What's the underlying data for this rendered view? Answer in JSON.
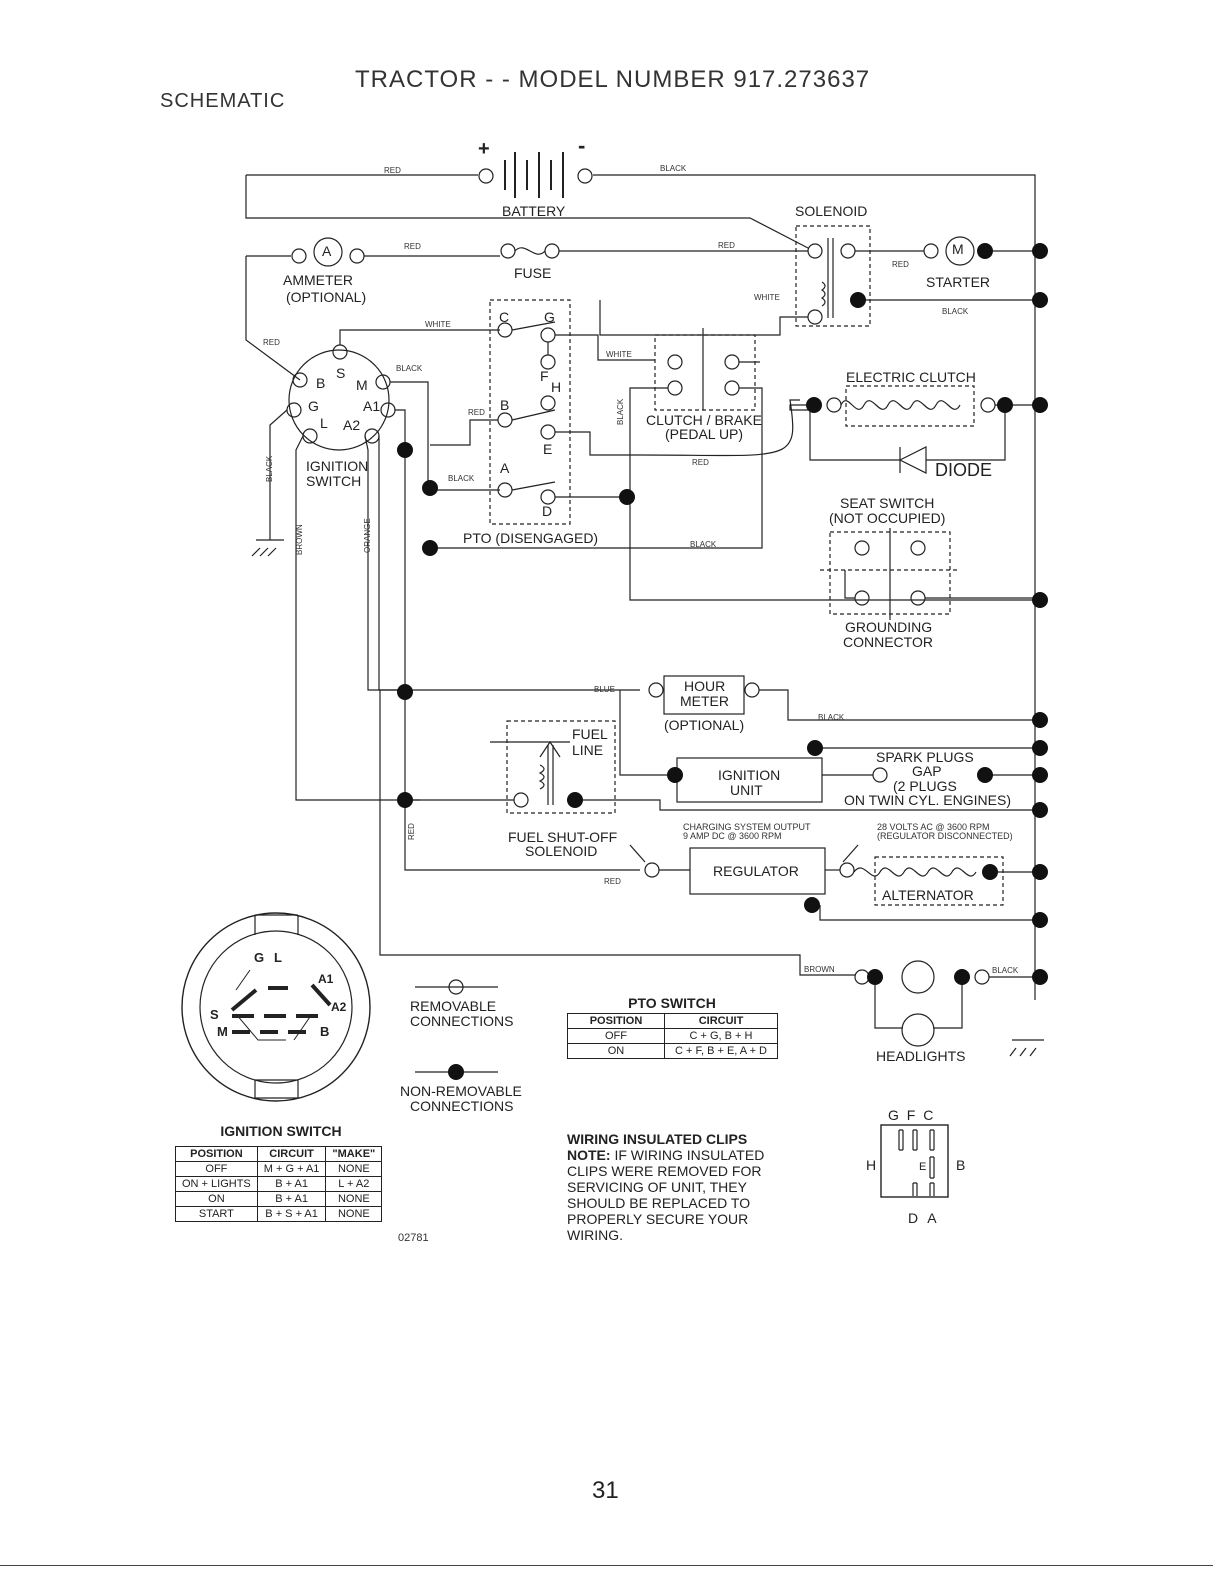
{
  "header": {
    "title": "TRACTOR - - MODEL NUMBER 917.273637",
    "subtitle": "SCHEMATIC"
  },
  "components": {
    "battery": "BATTERY",
    "battery_pos": "+",
    "battery_neg": "-",
    "solenoid": "SOLENOID",
    "ammeter": "AMMETER",
    "ammeter_opt": "(OPTIONAL)",
    "ammeter_symbol": "A",
    "fuse": "FUSE",
    "starter": "STARTER",
    "starter_symbol": "M",
    "electric_clutch": "ELECTRIC CLUTCH",
    "diode": "DIODE",
    "clutch_brake": "CLUTCH / BRAKE",
    "clutch_brake_state": "(PEDAL UP)",
    "ignition_switch_1": "IGNITION",
    "ignition_switch_2": "SWITCH",
    "seat_switch": "SEAT SWITCH",
    "seat_switch_state": "(NOT OCCUPIED)",
    "grounding_1": "GROUNDING",
    "grounding_2": "CONNECTOR",
    "pto": "PTO (DISENGAGED)",
    "hour_meter_1": "HOUR",
    "hour_meter_2": "METER",
    "hour_meter_opt": "(OPTIONAL)",
    "fuel_line_1": "FUEL",
    "fuel_line_2": "LINE",
    "ignition_unit_1": "IGNITION",
    "ignition_unit_2": "UNIT",
    "spark_plugs_1": "SPARK PLUGS",
    "spark_plugs_2": "GAP",
    "spark_plugs_3": "(2 PLUGS",
    "spark_plugs_4": "ON TWIN CYL. ENGINES)",
    "fuel_solenoid_1": "FUEL SHUT-OFF",
    "fuel_solenoid_2": "SOLENOID",
    "charging_1": "CHARGING SYSTEM OUTPUT",
    "charging_2": "9 AMP DC @ 3600 RPM",
    "volts_1": "28 VOLTS AC @ 3600 RPM",
    "volts_2": "(REGULATOR DISCONNECTED)",
    "regulator": "REGULATOR",
    "alternator": "ALTERNATOR",
    "headlights": "HEADLIGHTS",
    "removable_1": "REMOVABLE",
    "removable_2": "CONNECTIONS",
    "nonremovable_1": "NON-REMOVABLE",
    "nonremovable_2": "CONNECTIONS",
    "part_code": "02781"
  },
  "terminals": {
    "ign": [
      "B",
      "S",
      "M",
      "G",
      "A1",
      "L",
      "A2"
    ],
    "pto": [
      "C",
      "G",
      "F",
      "H",
      "B",
      "E",
      "A",
      "D"
    ],
    "face": [
      "G",
      "L",
      "A1",
      "A2",
      "S",
      "M",
      "B"
    ],
    "pto_diagram_top": "G F C",
    "pto_diagram_left": "H",
    "pto_diagram_right": "B",
    "pto_diagram_mid": "E",
    "pto_diagram_bottom": "D A"
  },
  "wire_labels": {
    "red": "RED",
    "black": "BLACK",
    "white": "WHITE",
    "blue": "BLUE",
    "brown": "BROWN",
    "orange": "ORANGE"
  },
  "pto_table": {
    "caption": "PTO SWITCH",
    "headers": [
      "POSITION",
      "CIRCUIT"
    ],
    "rows": [
      [
        "OFF",
        "C + G, B + H"
      ],
      [
        "ON",
        "C + F, B + E, A + D"
      ]
    ]
  },
  "ignition_table": {
    "caption": "IGNITION SWITCH",
    "headers": [
      "POSITION",
      "CIRCUIT",
      "\"MAKE\""
    ],
    "rows": [
      [
        "OFF",
        "M + G + A1",
        "NONE"
      ],
      [
        "ON + LIGHTS",
        "B + A1",
        "L + A2"
      ],
      [
        "ON",
        "B + A1",
        "NONE"
      ],
      [
        "START",
        "B + S + A1",
        "NONE"
      ]
    ]
  },
  "clips_note": {
    "heading": "WIRING INSULATED CLIPS",
    "label": "NOTE:",
    "lines": [
      " IF WIRING INSULATED",
      "CLIPS WERE REMOVED FOR",
      "SERVICING OF UNIT, THEY",
      "SHOULD BE REPLACED TO",
      "PROPERLY SECURE YOUR",
      "WIRING."
    ]
  },
  "page_number": "31"
}
